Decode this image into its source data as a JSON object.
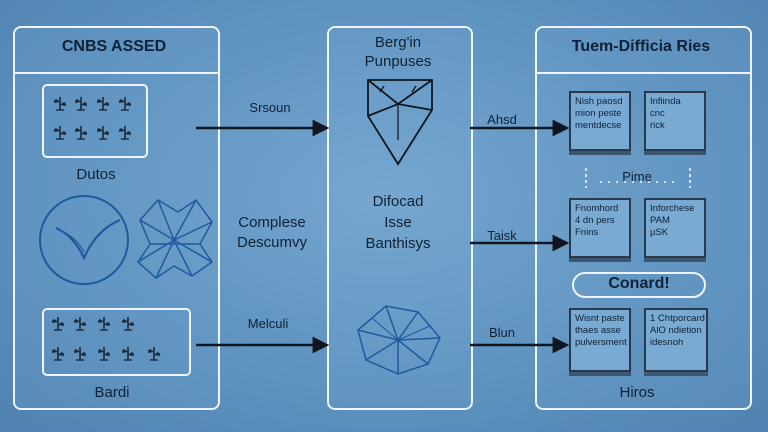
{
  "panel_left": {
    "title": "CNBS ASSED",
    "box_top_label": "Dutos",
    "box_bottom_label": "Bardi"
  },
  "panel_middle": {
    "title_line1": "Berg'in",
    "title_line2": "Punpuses",
    "center_line1": "Difocad",
    "center_line2": "Isse",
    "center_line3": "Banthisys"
  },
  "panel_right": {
    "title": "Tuem-Difficia Ries",
    "card1": [
      "Nish paosd",
      "mion peste",
      "mentdecse"
    ],
    "card2": [
      "Infiinda",
      "cnc",
      "rick"
    ],
    "mid_label": "Pime",
    "card3": [
      "Fnomhord",
      "4 dn pers",
      "Fnins"
    ],
    "card4": [
      "Inforchese",
      "PAM",
      "µSK"
    ],
    "pill_label": "Conard!",
    "card5": [
      "Wisnt paste",
      "thaes asse",
      "pulversment"
    ],
    "card6": [
      "1 Chtporcard",
      "AlO ndietion",
      "idesnoh"
    ],
    "footer_label": "Hiros"
  },
  "left_texts": {
    "complese_line1": "Complese",
    "complese_line2": "Descumvy"
  },
  "arrows": {
    "a1": "Srsoun",
    "a2": "Melculi",
    "a3": "Ahsd",
    "a4": "Taisk",
    "a5": "Blun"
  },
  "colors": {
    "background": "#5f93c0",
    "panel_border": "#eef4fa",
    "ink": "#0f2236",
    "card_fill": "#78aad3",
    "icon_stroke": "#1e5aa0"
  }
}
